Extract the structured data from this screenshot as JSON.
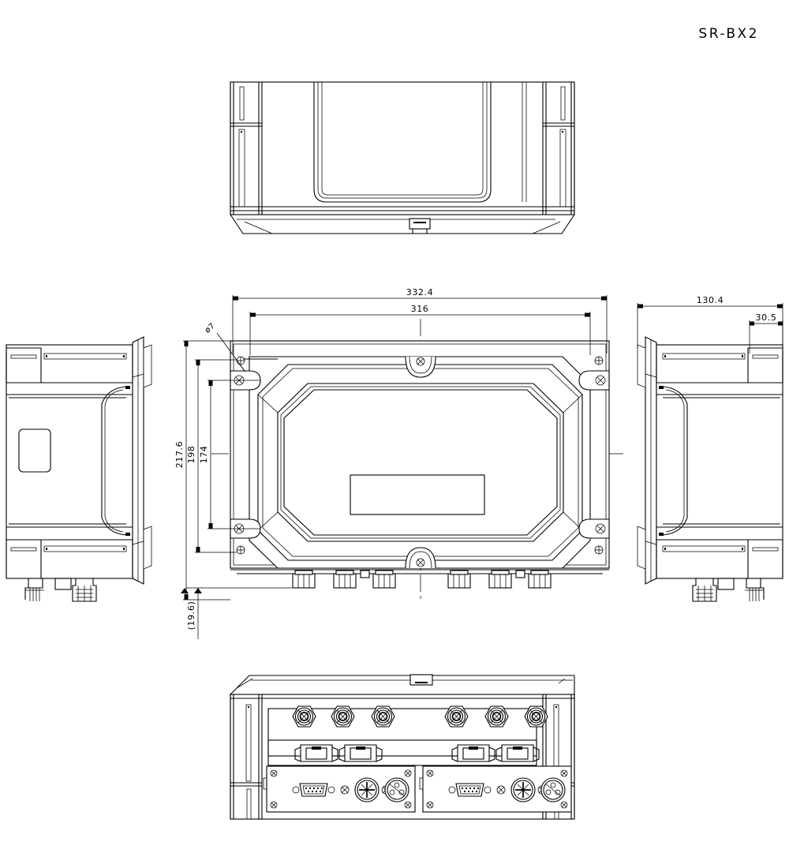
{
  "drawing": {
    "title": "SR-BX2",
    "sheet_width": 1000,
    "sheet_height": 1100,
    "background": "#ffffff",
    "line_color": "#000000",
    "type": "mechanical-orthographic-projection",
    "units": "mm"
  },
  "views": [
    {
      "id": "top",
      "label": "top-view"
    },
    {
      "id": "left",
      "label": "left-side-view"
    },
    {
      "id": "front",
      "label": "front-view"
    },
    {
      "id": "right",
      "label": "right-side-view"
    },
    {
      "id": "bottom",
      "label": "bottom-view"
    }
  ],
  "dimensions": {
    "overall_width": "332.4",
    "body_width": "316",
    "overall_height": "217.6",
    "mount_height": "198",
    "body_height": "174",
    "gland_projection": "(19.6)",
    "depth": "130.4",
    "cover_depth": "30.5",
    "hole_callout": "ø7"
  },
  "hardware": {
    "cable_gland_count": 6,
    "rj45_count": 4,
    "db9_count": 2,
    "circular_connector_count": 4,
    "corner_screw_count": 8,
    "center_latch_count": 2,
    "connector_panel_count": 2
  }
}
